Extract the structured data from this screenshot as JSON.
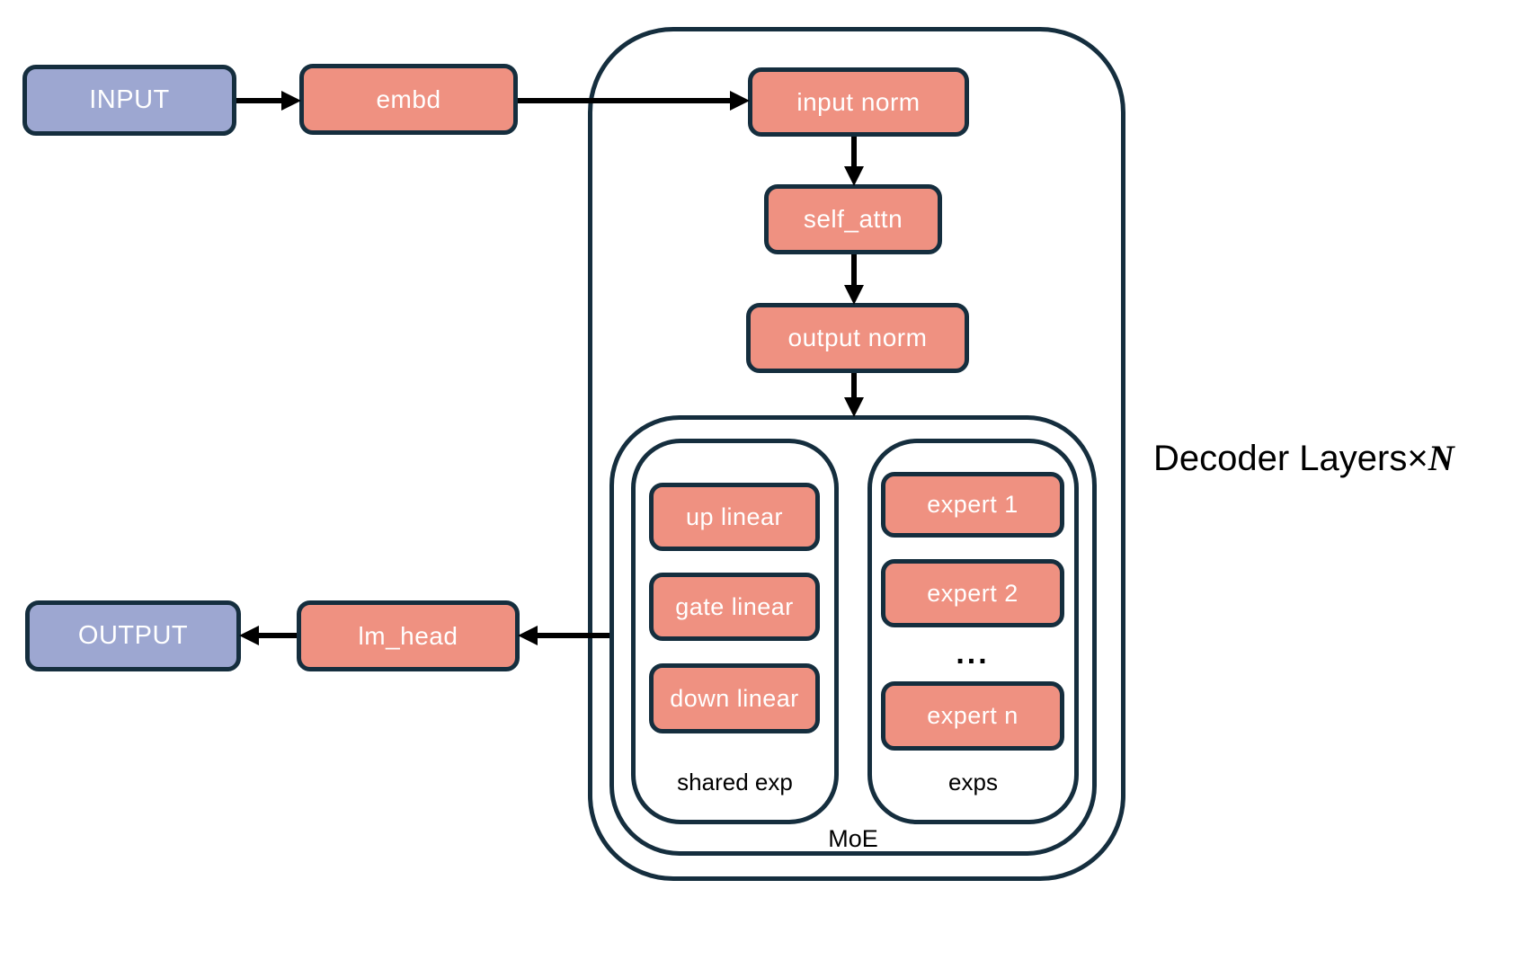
{
  "diagram": {
    "pipeline": {
      "input": "INPUT",
      "embd": "embd"
    },
    "decoder": {
      "label_prefix": "Decoder Layers×",
      "label_n": "N",
      "blocks": {
        "input_norm": "input norm",
        "self_attn": "self_attn",
        "output_norm": "output norm"
      },
      "moe": {
        "label": "MoE",
        "shared": {
          "label": "shared exp",
          "items": [
            "up linear",
            "gate linear",
            "down linear"
          ]
        },
        "experts": {
          "label": "exps",
          "items": [
            "expert 1",
            "expert 2",
            "...",
            "expert n"
          ]
        }
      }
    },
    "output_side": {
      "lm_head": "lm_head",
      "output": "OUTPUT"
    }
  },
  "colors": {
    "salmon": "#ef9181",
    "purple": "#9da7d1",
    "navy": "#152e3e",
    "arrow": "#000000"
  }
}
